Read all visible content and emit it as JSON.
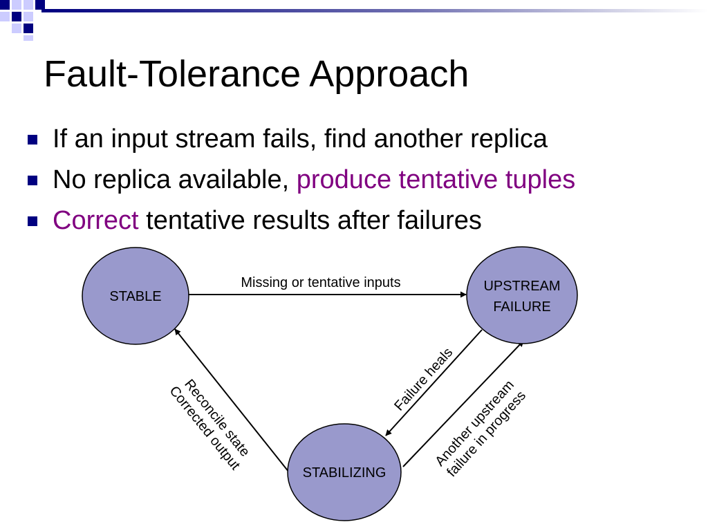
{
  "slide": {
    "title": "Fault-Tolerance Approach",
    "accent_color": "#000080",
    "highlight_color": "#800080",
    "bullets": [
      {
        "parts": [
          {
            "text": "If an input stream fails, find another replica",
            "highlight": false
          }
        ]
      },
      {
        "parts": [
          {
            "text": "No replica available, ",
            "highlight": false
          },
          {
            "text": "produce tentative tuples",
            "highlight": true
          }
        ]
      },
      {
        "parts": [
          {
            "text": "Correct",
            "highlight": true
          },
          {
            "text": " tentative results after failures",
            "highlight": false
          }
        ]
      }
    ]
  },
  "diagram": {
    "node_fill": "#9999cc",
    "nodes": {
      "stable": {
        "lines": [
          "STABLE"
        ]
      },
      "upstream_failure": {
        "lines": [
          "UPSTREAM",
          "FAILURE"
        ]
      },
      "stabilizing": {
        "lines": [
          "STABILIZING"
        ]
      }
    },
    "edges": {
      "missing_inputs": {
        "lines": [
          "Missing or tentative inputs"
        ]
      },
      "failure_heals": {
        "lines": [
          "Failure heals"
        ]
      },
      "another_upstream": {
        "lines": [
          "Another upstream",
          "failure in progress"
        ]
      },
      "reconcile": {
        "lines": [
          "Reconcile state",
          "Corrected output"
        ]
      }
    }
  }
}
